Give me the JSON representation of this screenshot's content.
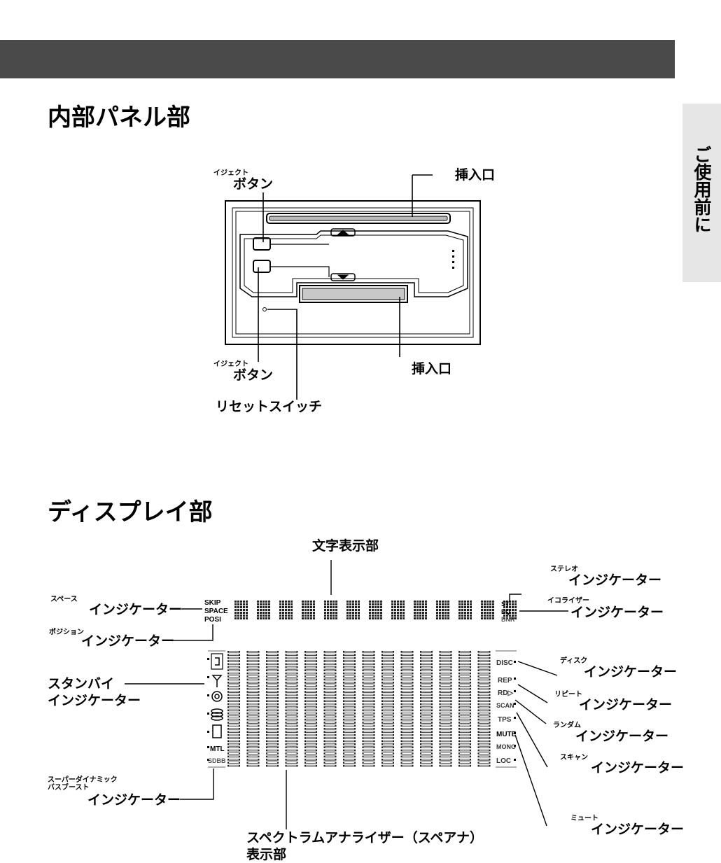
{
  "side_tab": {
    "text": "ご使用前に"
  },
  "sections": {
    "inner_panel": {
      "title": "内部パネル部"
    },
    "display": {
      "title": "ディスプレイ部"
    }
  },
  "inner_panel_labels": {
    "eject_top": {
      "ruby": "イジェクト",
      "text": "ボタン"
    },
    "slot_top": "挿入口",
    "eject_bottom": {
      "ruby": "イジェクト",
      "text": "ボタン"
    },
    "slot_bottom": "挿入口",
    "reset": "リセットスイッチ"
  },
  "display_labels": {
    "char_display": "文字表示部",
    "stereo": {
      "ruby": "ステレオ",
      "text": "インジケーター"
    },
    "space": {
      "ruby": "スペース",
      "text": "インジケーター"
    },
    "equalizer": {
      "ruby": "イコライザー",
      "text": "インジケーター"
    },
    "position": {
      "ruby": "ポジション",
      "text": "インジケーター"
    },
    "disc": {
      "ruby": "ディスク",
      "text": "インジケーター"
    },
    "standby": {
      "line1": "スタンバイ",
      "line2": "インジケーター"
    },
    "repeat": {
      "ruby": "リピート",
      "text": "インジケーター"
    },
    "random": {
      "ruby": "ランダム",
      "text": "インジケーター"
    },
    "scan": {
      "ruby": "スキャン",
      "text": "インジケーター"
    },
    "sdbb": {
      "ruby1": "スーパーダイナミック",
      "ruby2": "バスブースト",
      "text": "インジケーター"
    },
    "mute": {
      "ruby": "ミュート",
      "text": "インジケーター"
    },
    "spectrum": {
      "line1": "スペクトラムアナライザー（スペアナ）",
      "line2": "表示部"
    }
  },
  "lcd": {
    "top_left": [
      "SKIP",
      "SPACE",
      "POSI"
    ],
    "top_right": [
      "ST",
      "EQ",
      "BNR"
    ],
    "left_column": [
      "MTL",
      "SDBB"
    ],
    "right_column": [
      "DISC",
      "REP",
      "RD▷",
      "SCAN",
      "TPS",
      "MUTE",
      "MONO",
      "LOC"
    ],
    "char_cells": 13,
    "spectrum_columns": 14
  }
}
